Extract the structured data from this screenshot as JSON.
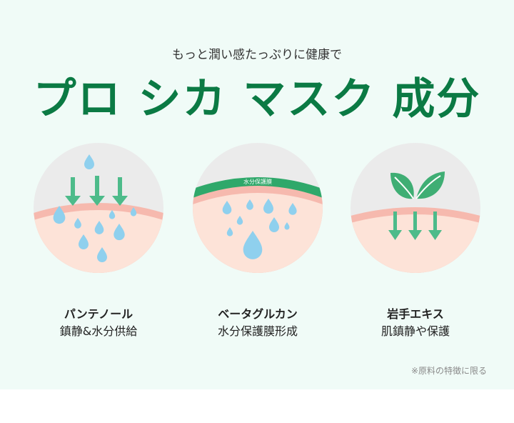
{
  "header": {
    "subtitle": "もっと潤い感たっぷりに健康で",
    "title": "プロ シカ マスク 成分"
  },
  "ingredients": [
    {
      "name": "パンテノール",
      "desc": "鎮静&水分供給",
      "icon": "water-drops-arrows-icon"
    },
    {
      "name": "ベータグルカン",
      "desc": "水分保護膜形成",
      "icon": "moisture-barrier-icon",
      "badge": "水分保護膜"
    },
    {
      "name": "岩手エキス",
      "desc": "肌鎮静や保護",
      "icon": "leaf-arrows-icon"
    }
  ],
  "footnote": "※原料の特徴に限る",
  "colors": {
    "brand_green": "#0b7a44",
    "arrow_green": "#4dbb8a",
    "drop_blue": "#8fd0ee",
    "skin": "#fde3d8",
    "background": "#f0fbf7"
  }
}
